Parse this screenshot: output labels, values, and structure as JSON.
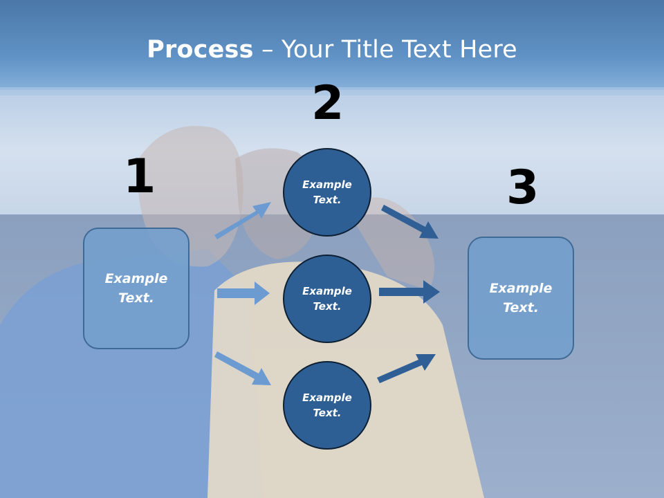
{
  "title": {
    "bold": "Process",
    "rest": " – Your Title Text Here"
  },
  "steps": {
    "step1": "1",
    "step2": "2",
    "step3": "3"
  },
  "left_box": {
    "line1": "Example",
    "line2": "Text."
  },
  "circles": [
    {
      "line1": "Example",
      "line2": "Text."
    },
    {
      "line1": "Example",
      "line2": "Text."
    },
    {
      "line1": "Example",
      "line2": "Text."
    }
  ],
  "right_box": {
    "line1": "Example",
    "line2": "Text."
  },
  "colors": {
    "header": "#5a89bd",
    "box_fill": "#749fcc",
    "circle_fill": "#2e5f94",
    "arrow_light": "#6b9bd1",
    "arrow_dark": "#2f5f95"
  }
}
